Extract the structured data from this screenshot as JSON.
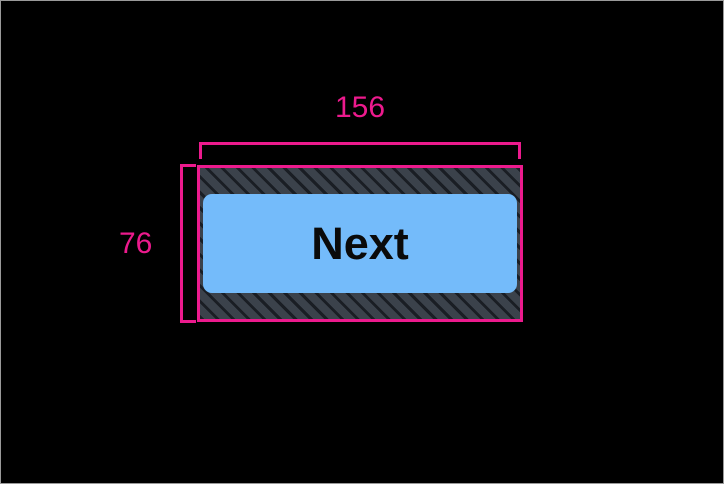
{
  "overlay": {
    "tool": "element-measurement-overlay",
    "background_color": "#000000",
    "accent_color": "#ec1a8d"
  },
  "measurements": {
    "width": {
      "value": "156",
      "axis": "horizontal",
      "bracket_name": "width-dimension-bracket"
    },
    "height": {
      "value": "76",
      "axis": "vertical",
      "bracket_name": "height-dimension-bracket"
    }
  },
  "element": {
    "type": "button",
    "label": "Next",
    "surface_color": "#74bbfa",
    "label_color": "#0a0a0a",
    "outline_color": "#ec1a8d",
    "padding_fill_color": "#3b424b",
    "padding_hatch_color": "#14181d"
  }
}
